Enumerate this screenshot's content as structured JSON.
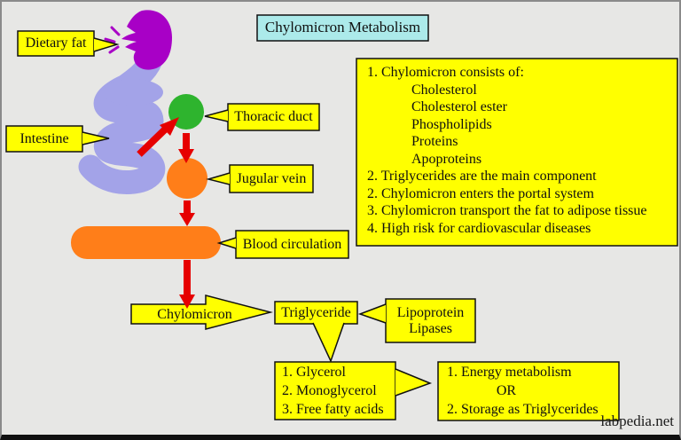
{
  "title": "Chylomicron Metabolism",
  "watermark": "labpedia.net",
  "labels": {
    "dietary_fat": "Dietary fat",
    "intestine": "Intestine",
    "thoracic_duct": "Thoracic duct",
    "jugular_vein": "Jugular vein",
    "blood_circulation": "Blood circulation",
    "chylomicron": "Chylomicron",
    "triglyceride": "Triglyceride",
    "lipoprotein_lipases": [
      "Lipoprotein",
      "Lipases"
    ]
  },
  "info_box": {
    "lines": [
      "1. Chylomicron consists of:",
      "Cholesterol",
      "Cholesterol ester",
      "Phospholipids",
      "Proteins",
      "Apoproteins",
      "2. Triglycerides are the main component",
      "2. Chylomicron enters the portal system",
      "3. Chylomicron transport the fat to adipose tissue",
      "4. High risk for cardiovascular diseases"
    ]
  },
  "breakdown_box": {
    "lines": [
      "1. Glycerol",
      "2. Monoglycerol",
      "3. Free fatty acids"
    ]
  },
  "fate_box": {
    "lines": [
      "1. Energy metabolism",
      "OR",
      "2. Storage as Triglycerides"
    ]
  },
  "colors": {
    "background": "#e7e7e5",
    "label_bg": "#ffff00",
    "title_bg": "#aceaea",
    "outline": "#111111",
    "head": "#a800c6",
    "body_intestine": "#a3a3e8",
    "green_node": "#2eb42e",
    "orange_node": "#ff7e19",
    "arrow_red": "#e60000"
  }
}
